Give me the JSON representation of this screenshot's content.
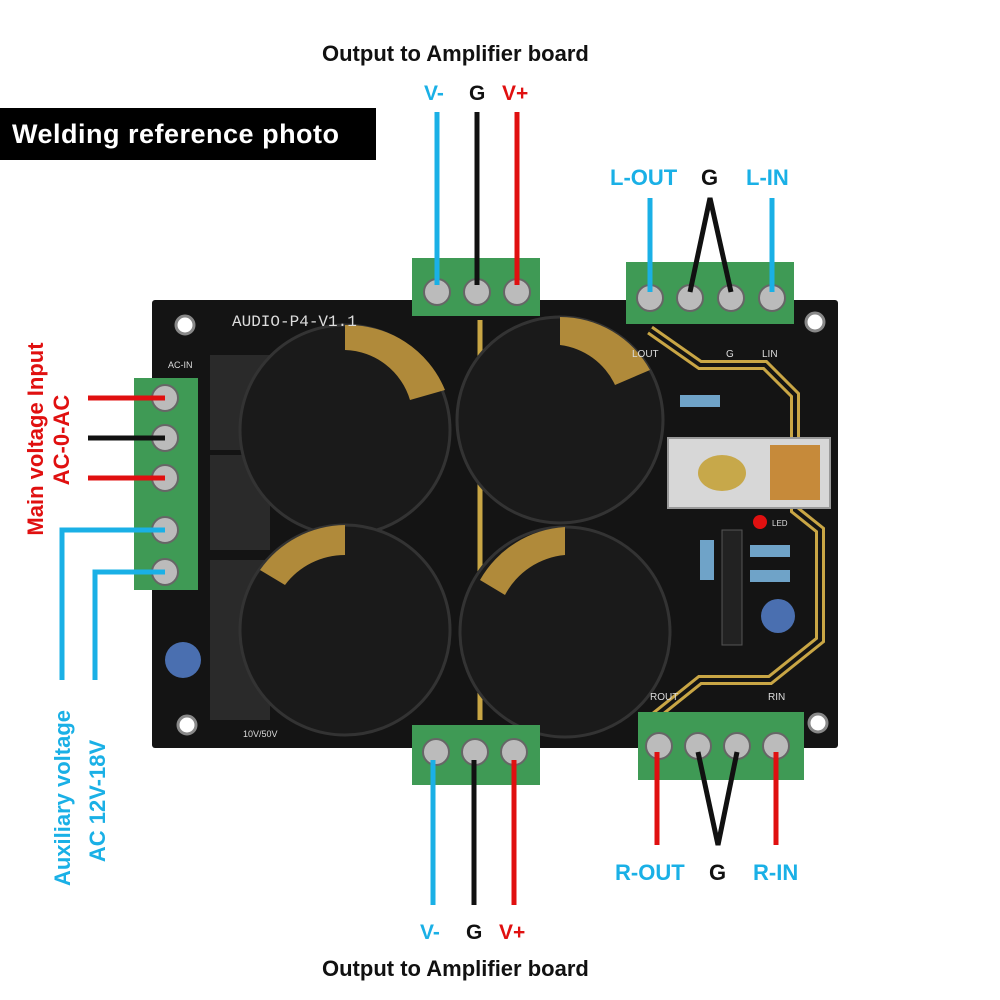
{
  "title": "Welding reference photo",
  "top_caption": "Output to Amplifier board",
  "bottom_caption": "Output to Amplifier board",
  "top_terminals": {
    "v_minus": "V-",
    "g": "G",
    "v_plus": "V+"
  },
  "bottom_terminals": {
    "v_minus": "V-",
    "g": "G",
    "v_plus": "V+"
  },
  "left_out": {
    "l_out": "L-OUT",
    "g": "G",
    "l_in": "L-IN"
  },
  "right_out": {
    "r_out": "R-OUT",
    "g": "G",
    "r_in": "R-IN"
  },
  "main_voltage": {
    "line1": "Main voltage  Input",
    "line2": "AC-0-AC"
  },
  "aux_voltage": {
    "line1": "Auxiliary voltage",
    "line2": "AC 12V-18V"
  },
  "pcb_silkscreen": {
    "board_name": "AUDIO-P4-V1.1",
    "ac_in": "AC-IN",
    "lout": "LOUT",
    "g": "G",
    "lin": "LIN",
    "rout": "ROUT",
    "rin": "RIN",
    "cap_spec": "10V/50V",
    "led": "LED"
  },
  "colors": {
    "cyan": "#1ab0e6",
    "red": "#e01010",
    "black": "#111111",
    "pcb": "#141414",
    "terminal": "#3f9a55"
  }
}
